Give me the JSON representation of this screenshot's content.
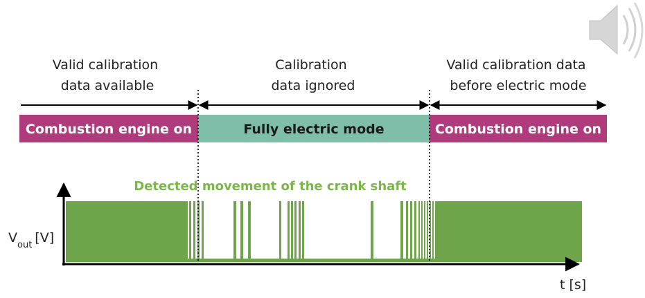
{
  "phases": [
    {
      "lines": [
        "Valid calibration",
        "data available"
      ]
    },
    {
      "lines": [
        "Calibration",
        "data ignored"
      ]
    },
    {
      "lines": [
        "Valid calibration data",
        "before electric mode"
      ]
    }
  ],
  "modes": [
    {
      "label": "Combustion engine on"
    },
    {
      "label": "Fully electric mode"
    },
    {
      "label": "Combustion engine on"
    }
  ],
  "signal": {
    "caption": "Detected movement of the crank shaft",
    "y_axis": {
      "label": "V",
      "subscript": "out",
      "unit": "[V]"
    },
    "x_axis": {
      "label": "t [s]"
    }
  },
  "colors": {
    "engine_on": "#b03b7c",
    "electric": "#7fbfaa",
    "signal": "#6fa54a",
    "caption": "#7ab648",
    "axis": "#000000"
  },
  "icons": {
    "speaker": "speaker-icon"
  }
}
